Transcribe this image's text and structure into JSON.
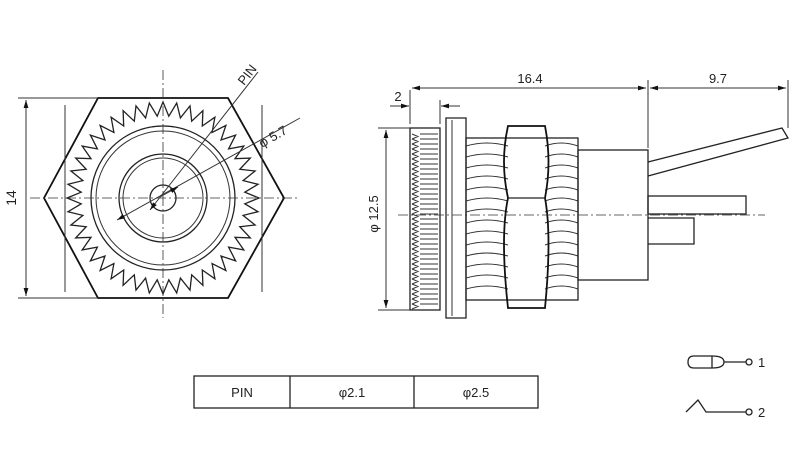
{
  "front_view": {
    "height_dim": "14",
    "pin_label": "PIN",
    "diameter_dim": "φ 5.7"
  },
  "side_view": {
    "flange_dim": "2",
    "body_length_dim": "16.4",
    "lead_length_dim": "9.7",
    "diameter_dim": "φ 12.5"
  },
  "table": {
    "cells": [
      "PIN",
      "φ2.1",
      "φ2.5"
    ]
  },
  "schematic": {
    "terminals": [
      "1",
      "2"
    ]
  }
}
